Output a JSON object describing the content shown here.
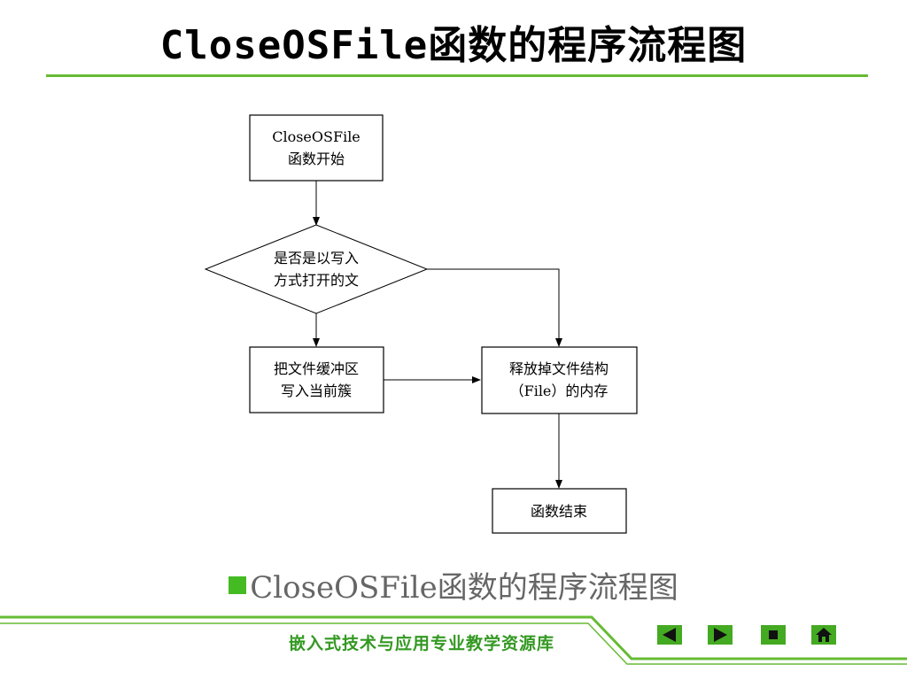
{
  "slide": {
    "title": "CloseOSFile函数的程序流程图",
    "caption": "CloseOSFile函数的程序流程图"
  },
  "flowchart": {
    "start_line1": "CloseOSFile",
    "start_line2": "函数开始",
    "decision_line1": "是否是以写入",
    "decision_line2": "方式打开的文",
    "flush_line1": "把文件缓冲区",
    "flush_line2": "写入当前簇",
    "release_line1": "释放掉文件结构",
    "release_line2": "（File）的内存",
    "end": "函数结束"
  },
  "footer": {
    "label": "嵌入式技术与应用专业教学资源库"
  },
  "nav": {
    "prev": "previous-icon",
    "next": "next-icon",
    "stop": "stop-icon",
    "home": "home-icon"
  },
  "colors": {
    "accent_green": "#66bb33",
    "button_green": "#44aa22",
    "footer_text": "#339922",
    "caption_gray": "#666666"
  }
}
